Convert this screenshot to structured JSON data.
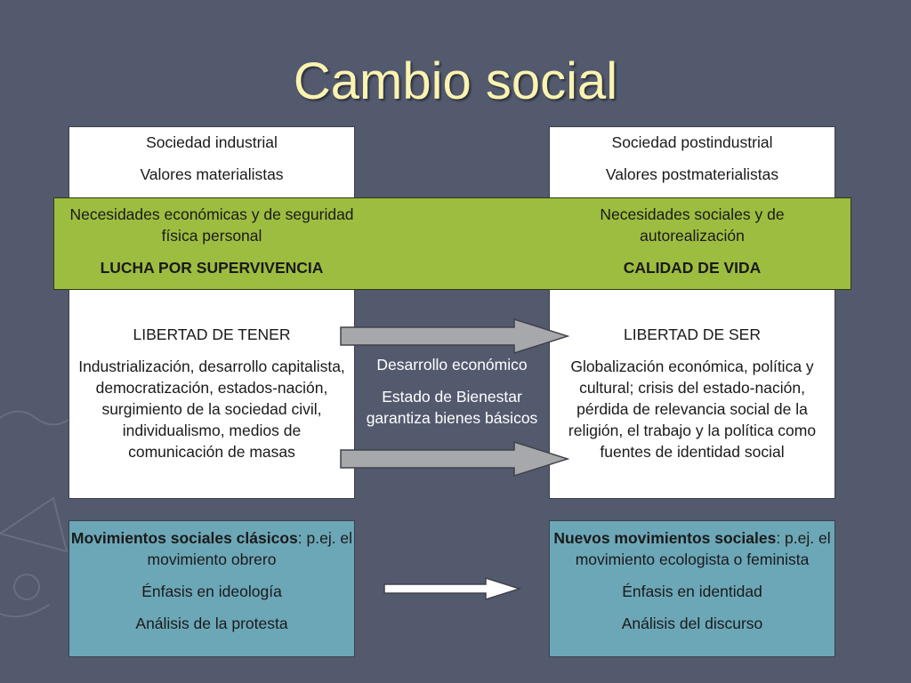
{
  "title": "Cambio social",
  "left": {
    "header1": "Sociedad industrial",
    "header2": "Valores materialistas",
    "needs": "Necesidades económicas y de seguridad física personal",
    "needs_label": "LUCHA POR SUPERVIVENCIA",
    "freedom": "LIBERTAD DE TENER",
    "description": "Industrialización, desarrollo capitalista, democratización, estados-nación, surgimiento de la sociedad civil, individualismo, medios de comunicación de masas",
    "movements_bold": "Movimientos sociales clásicos",
    "movements_rest": ": p.ej. el movimiento obrero",
    "emphasis": "Énfasis en ideología",
    "analysis": "Análisis de la protesta"
  },
  "right": {
    "header1": "Sociedad postindustrial",
    "header2": "Valores postmaterialistas",
    "needs": "Necesidades sociales y de autorealización",
    "needs_label": "CALIDAD DE VIDA",
    "freedom": "LIBERTAD DE SER",
    "description": "Globalización económica, política y cultural; crisis del estado-nación, pérdida de relevancia social de la religión, el trabajo y la política como fuentes de identidad social",
    "movements_bold": "Nuevos movimientos sociales",
    "movements_rest": ": p.ej. el movimiento ecologista o feminista",
    "emphasis": "Énfasis en identidad",
    "analysis": "Análisis del discurso"
  },
  "middle": {
    "line1": "Desarrollo económico",
    "line2": "Estado de Bienestar garantiza bienes básicos"
  },
  "colors": {
    "background": "#535a6e",
    "title": "#fbf3b0",
    "green_band": "#9dbd40",
    "teal_box": "#6ca7b7",
    "arrow_gray": "#a6a8ac"
  }
}
